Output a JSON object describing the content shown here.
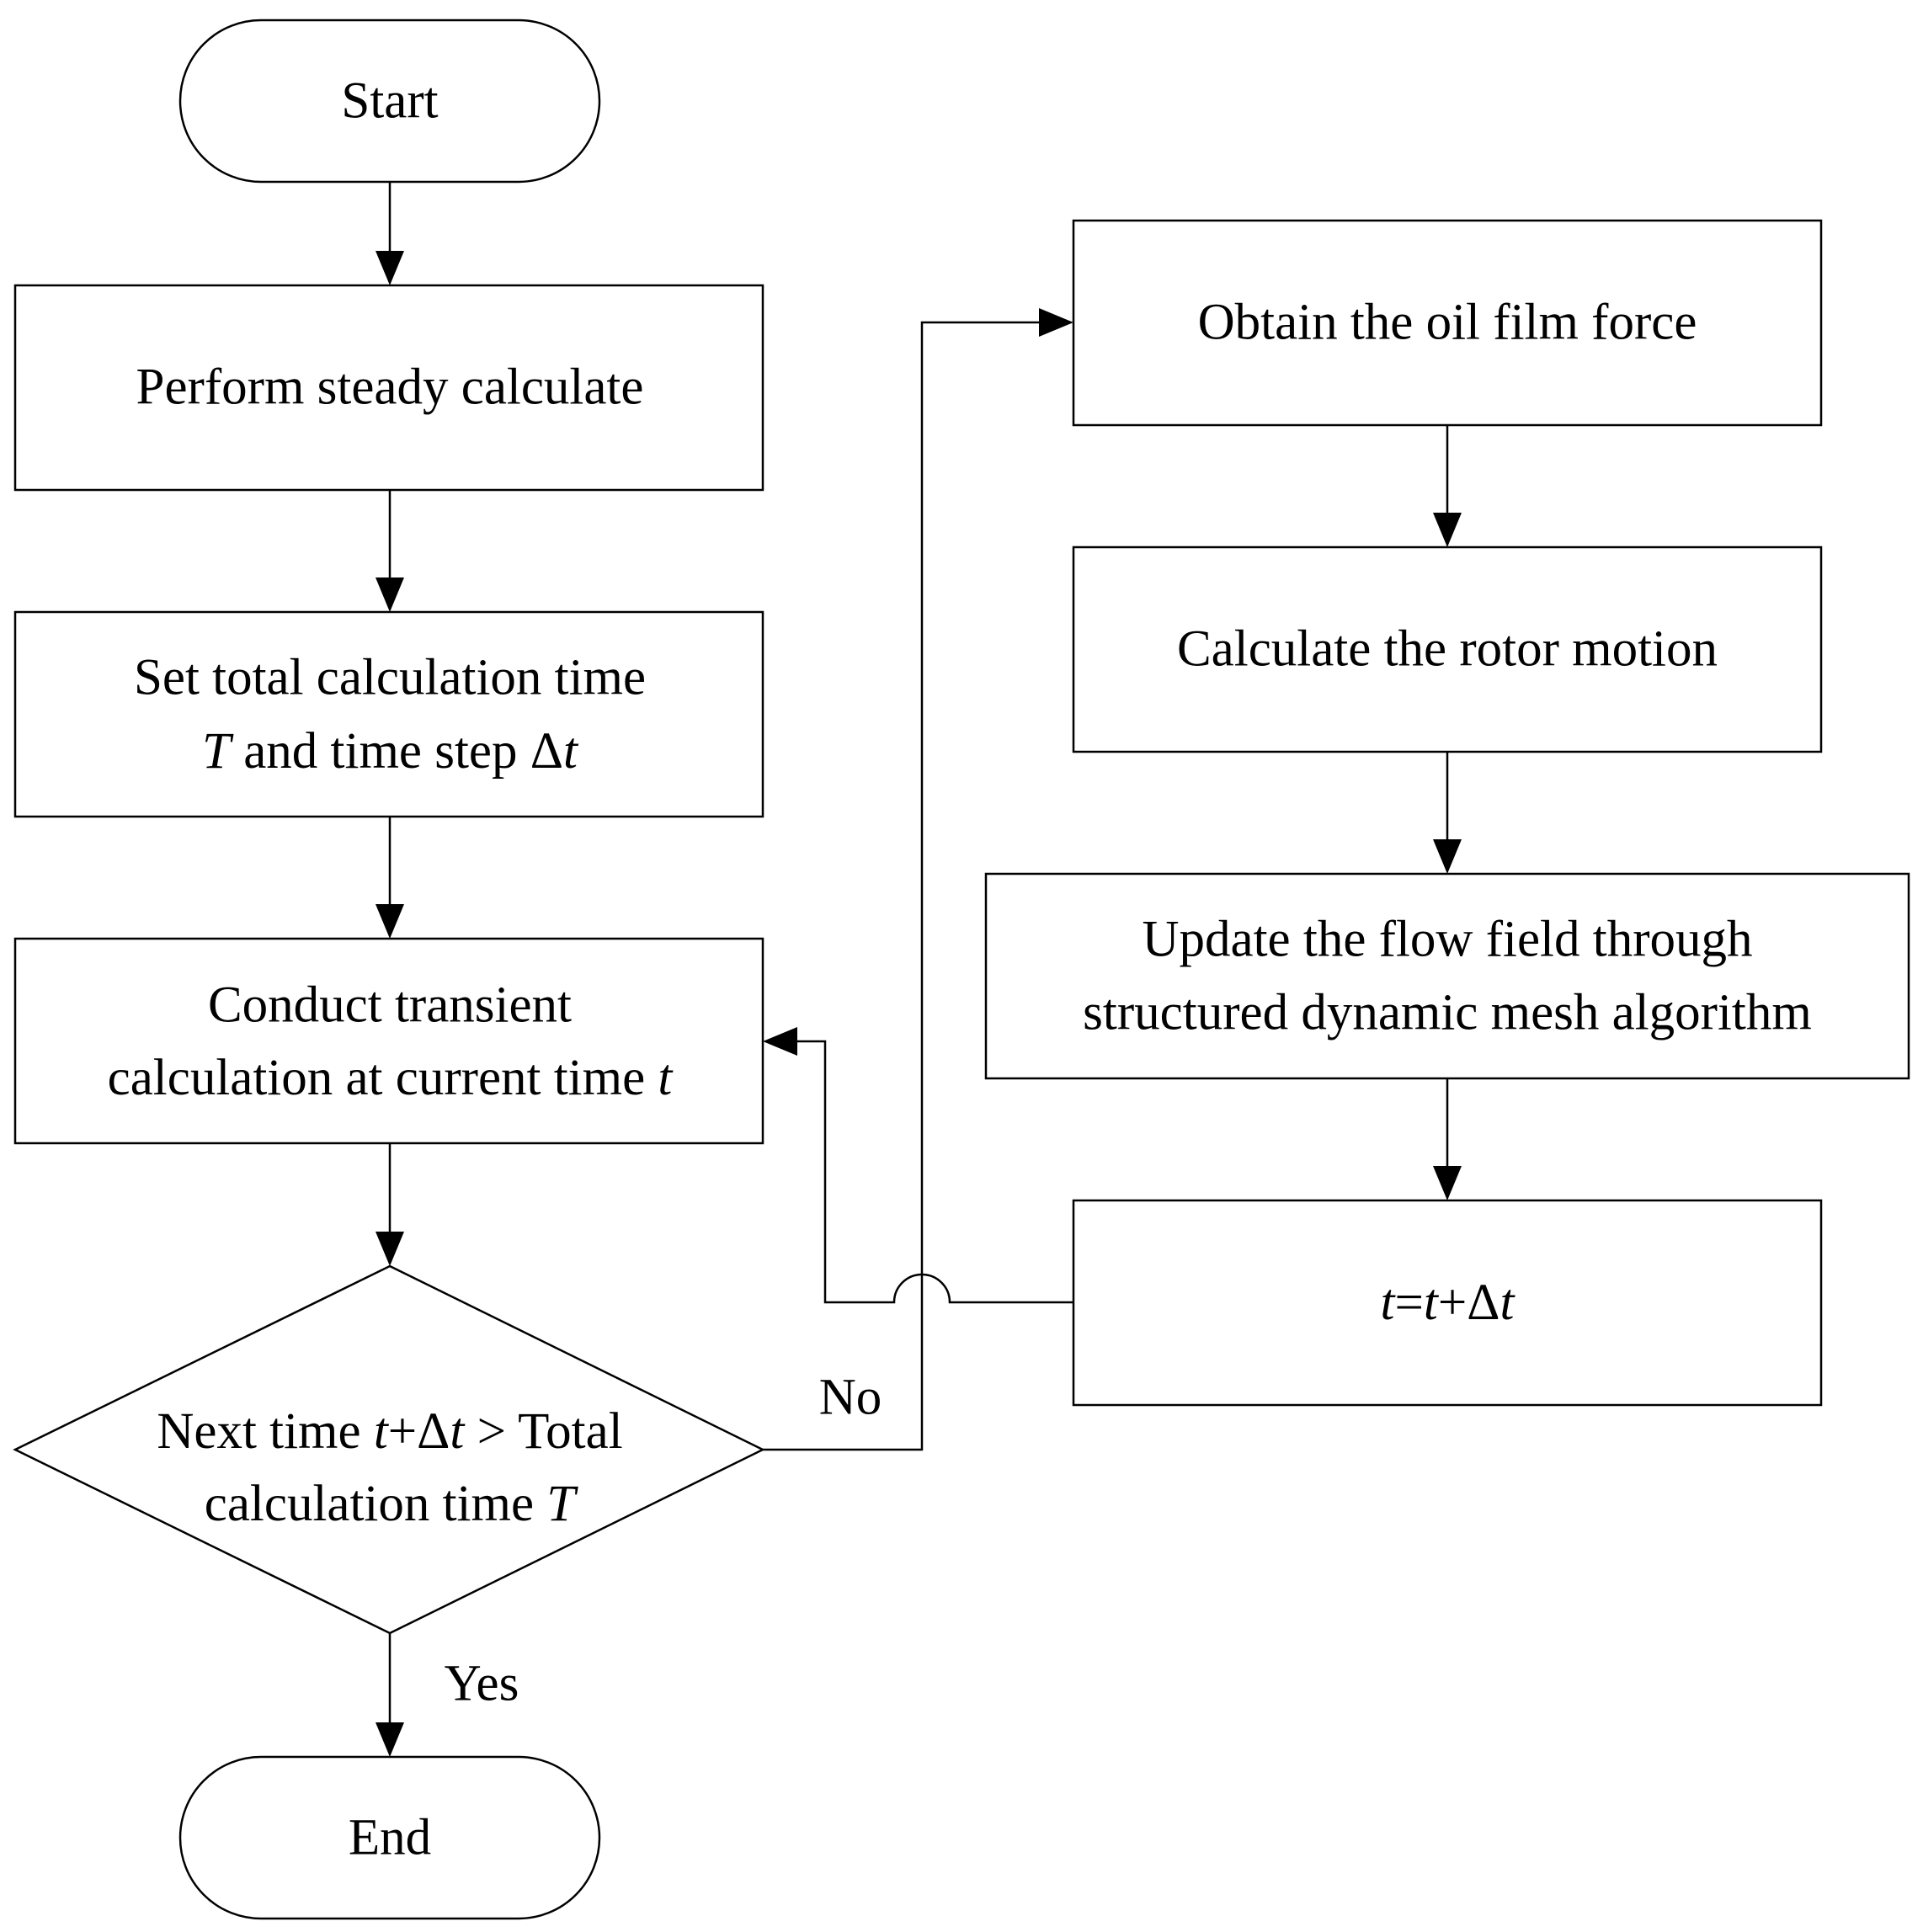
{
  "flowchart": {
    "start": {
      "label": "Start"
    },
    "steady": {
      "label": "Perform steady calculate"
    },
    "set_time": {
      "line1": "Set total calculation time",
      "line2_T": "T",
      "line2_mid": " and time step  ",
      "line2_delta": "Δ",
      "line2_t": "t"
    },
    "transient": {
      "line1": "Conduct transient",
      "line2": "calculation at current time ",
      "line2_t": "t"
    },
    "decision": {
      "line1_pre": "Next time ",
      "line1_t": "t",
      "line1_plus": "+Δ",
      "line1_t2": "t",
      "line1_post": " > Total",
      "line2": "calculation time ",
      "line2_T": "T"
    },
    "end": {
      "label": "End"
    },
    "oil_film": {
      "label": "Obtain the oil film force"
    },
    "rotor": {
      "label": "Calculate the rotor motion"
    },
    "update": {
      "line1": "Update the flow field through",
      "line2": "structured dynamic mesh algorithm"
    },
    "increment": {
      "t1": "t",
      "eq": "=",
      "t2": "t",
      "plus": "+Δ",
      "t3": "t"
    },
    "edge_labels": {
      "no": "No",
      "yes": "Yes"
    }
  }
}
